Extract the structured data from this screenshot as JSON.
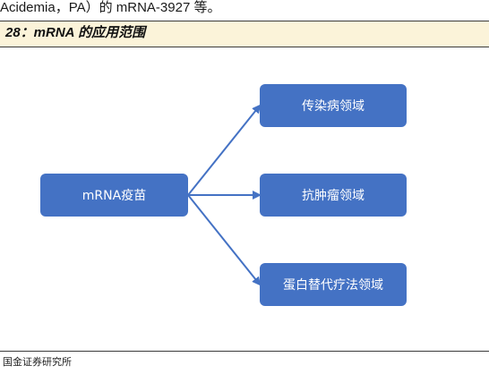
{
  "header": {
    "top_text": "Acidemia，PA）的 mRNA-3927 等。",
    "figure_title": "28：mRNA 的应用范围"
  },
  "diagram": {
    "source_node": "mRNA疫苗",
    "target_nodes": [
      "传染病领域",
      "抗肿瘤领域",
      "蛋白替代疗法领域"
    ],
    "colors": {
      "node_fill": "#4472c4",
      "arrow": "#4472c4",
      "title_band": "#fbf3d9"
    }
  },
  "footer": {
    "source": "国金证券研究所"
  }
}
